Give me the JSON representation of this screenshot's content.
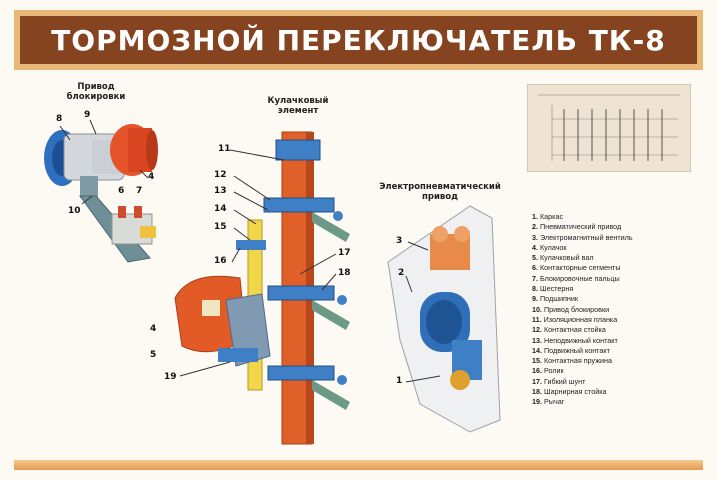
{
  "title": "ТОРМОЗНОЙ ПЕРЕКЛЮЧАТЕЛЬ ТК-8",
  "labels": {
    "privod_blok": [
      "Привод",
      "блокировки"
    ],
    "kulach": [
      "Кулачковый",
      "элемент"
    ],
    "electro": [
      "Электропневматический",
      "привод"
    ]
  },
  "numbers": {
    "blk_8": "8",
    "blk_9": "9",
    "blk_4": "4",
    "blk_6": "6",
    "blk_7": "7",
    "blk_10": "10",
    "k_11": "11",
    "k_12": "12",
    "k_13": "13",
    "k_14": "14",
    "k_15": "15",
    "k_16": "16",
    "k_17": "17",
    "k_18": "18",
    "k_4": "4",
    "k_5": "5",
    "k_19": "19",
    "e_3": "3",
    "e_2": "2",
    "e_1": "1"
  },
  "legend": [
    {
      "n": "1.",
      "text": "Каркас"
    },
    {
      "n": "2.",
      "text": "Пневматический привод"
    },
    {
      "n": "3.",
      "text": "Электромагнитный вентиль"
    },
    {
      "n": "4.",
      "text": "Кулачок"
    },
    {
      "n": "5.",
      "text": "Кулачковый вал"
    },
    {
      "n": "6.",
      "text": "Контакторные сегменты"
    },
    {
      "n": "7.",
      "text": "Блокировочные пальцы"
    },
    {
      "n": "8.",
      "text": "Шестерня"
    },
    {
      "n": "9.",
      "text": "Подшипник"
    },
    {
      "n": "10.",
      "text": "Привод блокировки"
    },
    {
      "n": "11.",
      "text": "Изоляционная планка"
    },
    {
      "n": "12.",
      "text": "Контактная стойка"
    },
    {
      "n": "13.",
      "text": "Неподвижный контакт"
    },
    {
      "n": "14.",
      "text": "Подвижный контакт"
    },
    {
      "n": "15.",
      "text": "Контактная пружина"
    },
    {
      "n": "16.",
      "text": "Ролик"
    },
    {
      "n": "17.",
      "text": "Гибкий шунт"
    },
    {
      "n": "18.",
      "text": "Шарнирная стойка"
    },
    {
      "n": "19.",
      "text": "Рычаг"
    }
  ],
  "colors": {
    "title_bg": "#86431f",
    "frame": "#e9b879",
    "orange": "#e0602a",
    "blue": "#3f7fc6",
    "yellow": "#f2d64a",
    "green": "#6d9a86"
  }
}
